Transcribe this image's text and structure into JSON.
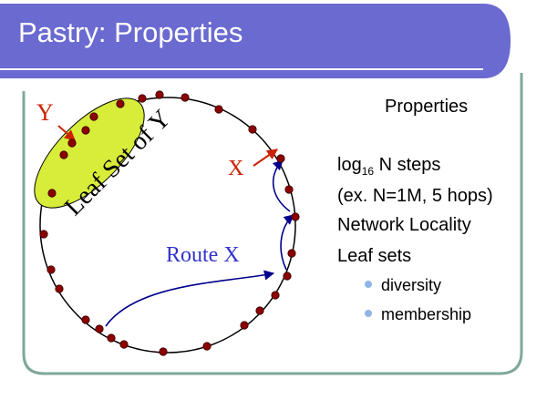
{
  "title": "Pastry: Properties",
  "diagram": {
    "y_label": "Y",
    "x_label": "X",
    "leaf_set_label": "Leaf Set of Y",
    "route_label": "Route X"
  },
  "properties": {
    "heading": "Properties",
    "line1_prefix": "log",
    "line1_sub": "16",
    "line1_suffix": " N steps",
    "line2": "(ex. N=1M, 5 hops)",
    "line3": "Network Locality",
    "line4": "Leaf sets",
    "bullets": [
      "diversity",
      "membership"
    ]
  },
  "colors": {
    "title_bar": "#6a6ad0",
    "frame": "#7fa898",
    "node": "#8b0000",
    "leaf_set_fill": "#d8ec3a",
    "label_red": "#cc2200",
    "route_blue": "#00008b",
    "route_label": "#3333cc",
    "bullet": "#8fb4e8"
  }
}
